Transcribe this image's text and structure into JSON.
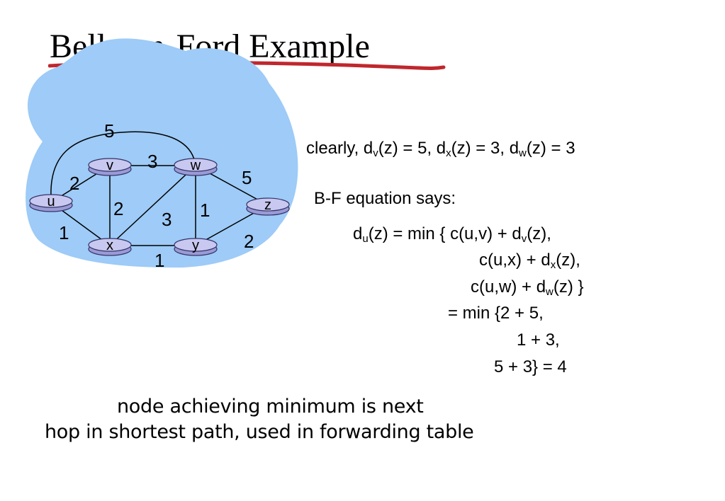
{
  "title": "Bellman-Ford Example",
  "graph": {
    "nodes": [
      "u",
      "v",
      "w",
      "x",
      "y",
      "z"
    ],
    "edges": [
      {
        "from": "u",
        "to": "v",
        "cost": "2"
      },
      {
        "from": "u",
        "to": "x",
        "cost": "1"
      },
      {
        "from": "u",
        "to": "w",
        "cost": "5"
      },
      {
        "from": "v",
        "to": "w",
        "cost": "3"
      },
      {
        "from": "v",
        "to": "x",
        "cost": "2"
      },
      {
        "from": "x",
        "to": "w",
        "cost": "3"
      },
      {
        "from": "x",
        "to": "y",
        "cost": "1"
      },
      {
        "from": "w",
        "to": "y",
        "cost": "1"
      },
      {
        "from": "w",
        "to": "z",
        "cost": "5"
      },
      {
        "from": "y",
        "to": "z",
        "cost": "2"
      }
    ],
    "colors": {
      "cloud": "#9ecbf7",
      "router": "#c8c8f0",
      "router_stroke": "#333366"
    }
  },
  "clearly": {
    "prefix": "clearly, ",
    "d": "d",
    "v": "v",
    "x": "x",
    "w": "w",
    "p1": "(z) = 5, ",
    "p2": "(z) = 3, ",
    "p3": "(z) = 3"
  },
  "bf_says": "B-F equation says:",
  "equation": {
    "d": "d",
    "u_sub": "u",
    "v_sub": "v",
    "x_sub": "x",
    "w_sub": "w",
    "line1_a": "(z) = min { c(u,v) + ",
    "line1_b": "(z),",
    "line2_a": "c(u,x) + ",
    "line2_b": "(z),",
    "line3_a": "c(u,w) + ",
    "line3_b": "(z) }",
    "line4": "= min {2 + 5,",
    "line5": "1 + 3,",
    "line6": "5 + 3}  = 4"
  },
  "note": {
    "line1": "node achieving minimum is next",
    "line2": "hop in shortest path, used in forwarding table"
  },
  "accent": "#c0272d"
}
